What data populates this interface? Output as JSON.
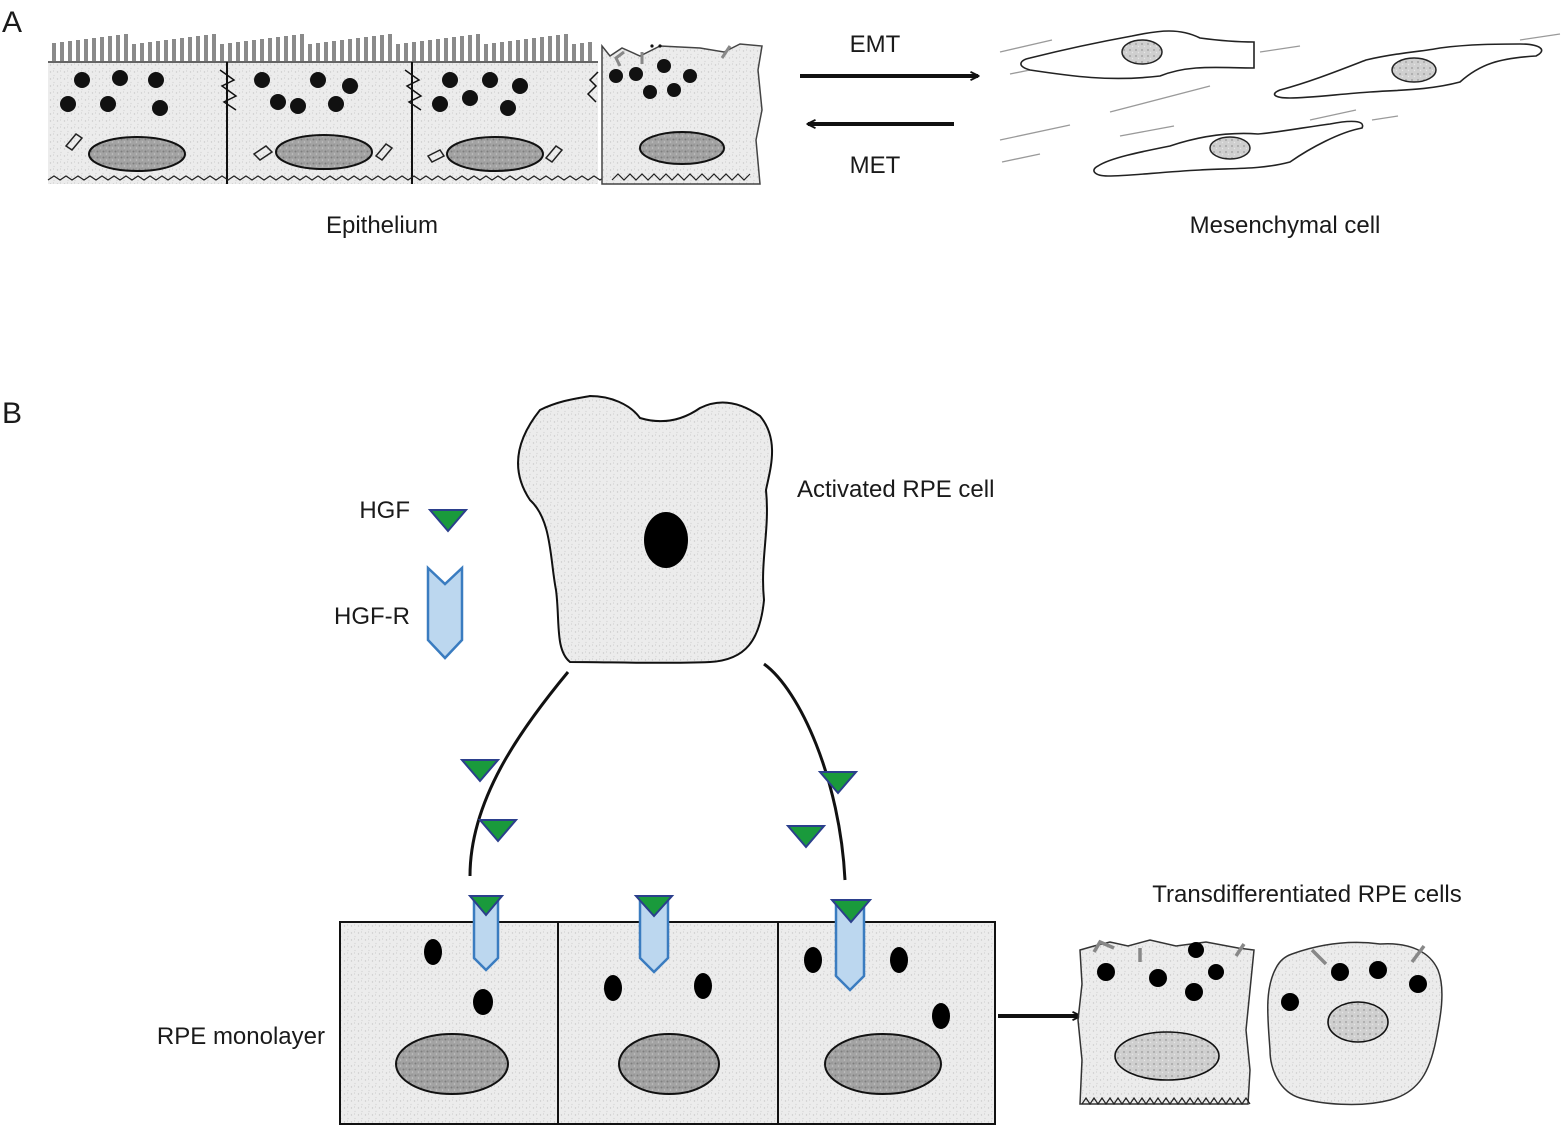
{
  "panel_a": {
    "panel_label": "A",
    "forward_arrow_label": "EMT",
    "reverse_arrow_label": "MET",
    "left_caption": "Epithelium",
    "right_caption": "Mesenchymal cell"
  },
  "panel_b": {
    "panel_label": "B",
    "activated_cell_label": "Activated RPE cell",
    "legend": {
      "ligand_label": "HGF",
      "receptor_label": "HGF-R"
    },
    "monolayer_label": "RPE monolayer",
    "result_label": "Transdifferentiated RPE cells"
  },
  "colors": {
    "ligand_fill": "#1a9a3c",
    "ligand_outline": "#2b3f8c",
    "receptor_fill": "#bcd7ef",
    "receptor_outline": "#3a7cc0",
    "cell_fill": "#ececec",
    "nucleus_fill": "#9a9a9a"
  }
}
